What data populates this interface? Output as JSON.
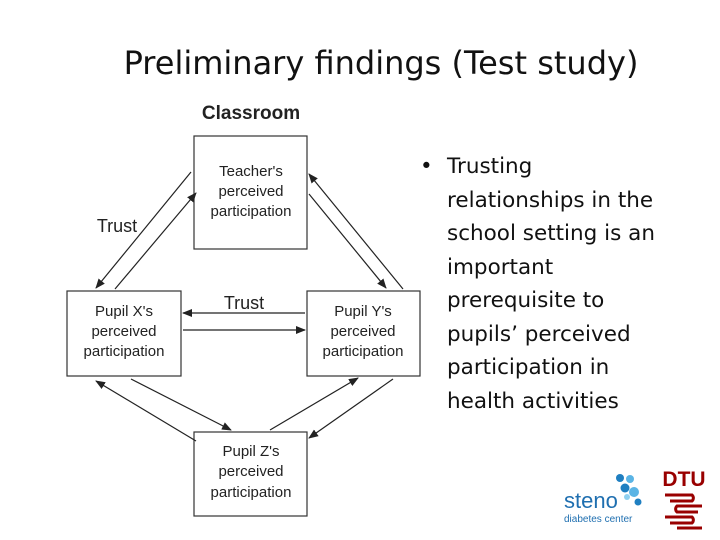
{
  "slide": {
    "title": "Preliminary findings (Test study)"
  },
  "diagram": {
    "heading": "Classroom",
    "teacher": [
      "Teacher's",
      "perceived",
      "participation"
    ],
    "pupil_x": [
      "Pupil X's",
      "perceived",
      "participation"
    ],
    "pupil_y": [
      "Pupil Y's",
      "perceived",
      "participation"
    ],
    "pupil_z": [
      "Pupil Z's",
      "perceived",
      "participation"
    ],
    "trust_left": "Trust",
    "trust_middle": "Trust"
  },
  "bullet": {
    "marker": "•",
    "text": "Trusting\nrelationships in the\nschool setting is an\nimportant\nprerequisite to\npupils’ perceived\nparticipation in\nhealth activities"
  },
  "logos": {
    "steno_name": "steno",
    "steno_sub": "diabetes center",
    "dtu": "DTU",
    "steno_color": "#1f7fc1",
    "dtu_color": "#990000"
  }
}
